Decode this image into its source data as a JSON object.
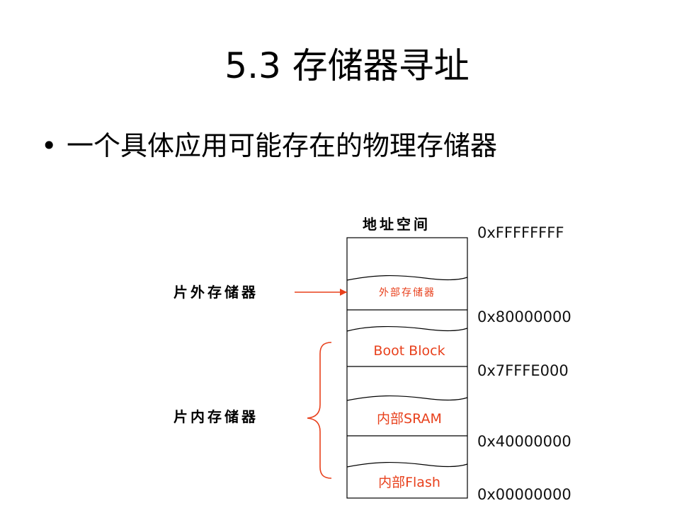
{
  "slide": {
    "title": "5.3 存储器寻址",
    "bullet_symbol": "•",
    "bullet_text": "一个具体应用可能存在的物理存储器"
  },
  "diagram": {
    "header": "地址空间",
    "external_label": "片外存储器",
    "internal_label": "片内存储器",
    "regions": {
      "external_memory": "外部存储器",
      "boot_block": "Boot Block",
      "internal_sram": "内部SRAM",
      "internal_flash": "内部Flash"
    },
    "addresses": {
      "top": "0xFFFFFFFF",
      "ext_start": "0x80000000",
      "boot_start": "0x7FFFE000",
      "sram_start": "0x40000000",
      "flash_start": "0x00000000"
    },
    "colors": {
      "accent": "#e8401c",
      "outline": "#000000"
    }
  }
}
